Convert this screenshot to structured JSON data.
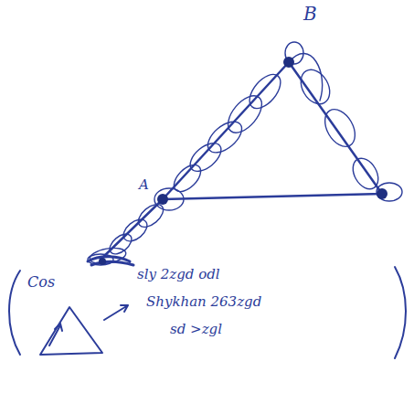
{
  "diagram": {
    "labels": [
      "B",
      "A",
      "Cos",
      "sly 2zgd odl",
      "Shykhan 263zgd",
      "sd >zgl"
    ]
  }
}
